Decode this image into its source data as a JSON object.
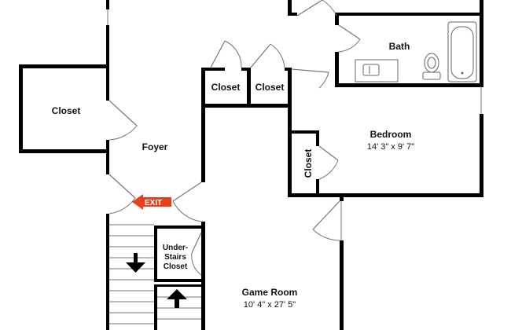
{
  "rooms": {
    "closet_left": {
      "label": "Closet"
    },
    "foyer": {
      "label": "Foyer"
    },
    "closet_middle_a": {
      "label": "Closet"
    },
    "closet_middle_b": {
      "label": "Closet"
    },
    "bath": {
      "label": "Bath"
    },
    "bedroom": {
      "label": "Bedroom",
      "dimensions": "14' 3\" x 9' 7\""
    },
    "closet_bedroom": {
      "label": "Closet"
    },
    "under_stairs_closet": {
      "label_line1": "Under-",
      "label_line2": "Stairs",
      "label_line3": "Closet"
    },
    "game_room": {
      "label": "Game Room",
      "dimensions": "10' 4\" x 27' 5\""
    }
  },
  "exit_sign": {
    "label": "EXIT",
    "color": "#e8401c"
  },
  "colors": {
    "wall": "#000000",
    "door_line": "#777777",
    "background": "#ffffff"
  },
  "icons": {
    "stairs_down": "arrow-down-icon",
    "stairs_up": "arrow-up-icon"
  }
}
